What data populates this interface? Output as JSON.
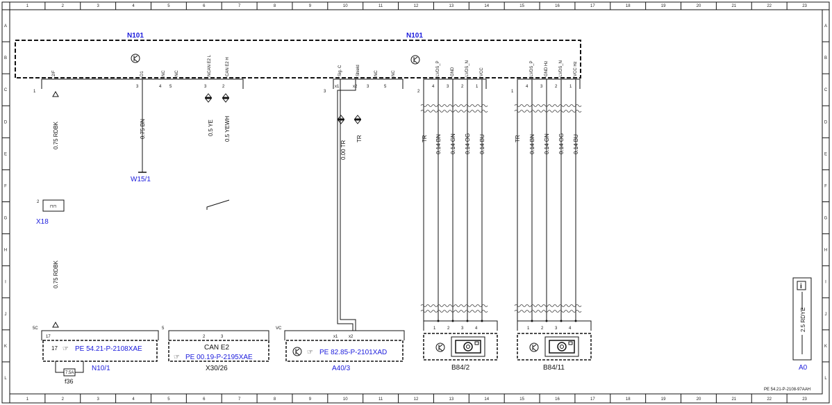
{
  "frame": {
    "columns": [
      "1",
      "2",
      "3",
      "4",
      "5",
      "6",
      "7",
      "8",
      "9",
      "10",
      "11",
      "12",
      "13",
      "14",
      "15",
      "16",
      "17",
      "18",
      "19",
      "20",
      "21",
      "22",
      "23"
    ],
    "rows": [
      "A",
      "B",
      "C",
      "D",
      "E",
      "F",
      "G",
      "H",
      "I",
      "J",
      "K",
      "L"
    ],
    "sheet_ref": "PE 54.21-P-2108-97AAH"
  },
  "modules": {
    "n101_left": "N101",
    "n101_right": "N101"
  },
  "left_connector": {
    "pin_number": "1",
    "pins": [
      "2/F",
      "D1",
      "NC",
      "NC",
      "NCAN E2 L",
      "CAN E2 H"
    ],
    "numbers": [
      "3",
      "4",
      "5",
      "3",
      "2"
    ]
  },
  "mid_connector": {
    "pin_number": "3",
    "pins": [
      "Sig. C",
      "Shield",
      "NC",
      "NC"
    ],
    "numbers": [
      "x1",
      "x2",
      "3",
      "5"
    ]
  },
  "right_conn1": {
    "pin_number": "2",
    "pins": [
      "LVDS_P",
      "GND",
      "LVDS_N",
      "VCC"
    ],
    "numbers": [
      "4",
      "3",
      "2",
      "1"
    ]
  },
  "right_conn2": {
    "pin_number": "1",
    "pins": [
      "LVDS_P",
      "GND Hz",
      "LVDS_N",
      "VCC Hz"
    ],
    "numbers": [
      "4",
      "3",
      "2",
      "1"
    ]
  },
  "wires": {
    "rdbk_top": "0.75 RDBK",
    "bn": "0.75 BN",
    "ye": "0.5 YE",
    "yewh": "0.5 YEWH",
    "tr_coax": "0.00 TR",
    "tr": "TR",
    "tr1": "TR",
    "bn1": "0.14 BN",
    "gn1": "0.14 GN",
    "og1": "0.14 OG",
    "bu1": "0.14 BU",
    "tr2": "TR",
    "bn2": "0.14 BN",
    "gn2": "0.14 GN",
    "og2": "0.14 OG",
    "bu2": "0.14 BU",
    "rdbk_bottom": "0.75 RDBK",
    "rdye": "2.5 RDYE"
  },
  "components": {
    "w15": "W15/1",
    "x18": "X18",
    "x18_pin": "2",
    "n10": "N10/1",
    "n10_pin": "5C",
    "n10_ref": "PE 54.21-P-2108XAE",
    "n10_sub": "17",
    "f36": "f36",
    "f36_label": "7.5A",
    "x30": "X30/26",
    "x30_pin": "5",
    "x30_title": "CAN E2",
    "x30_ref": "PE 00.19-P-2195XAE",
    "x30_pins": [
      "2",
      "3"
    ],
    "a40": "A40/3",
    "a40_pin": "VC",
    "a40_ref": "PE 82.85-P-2101XAD",
    "a40_pins": [
      "x1",
      "x2"
    ],
    "b84_2": "B84/2",
    "b84_11": "B84/11",
    "b84_pins": [
      "1",
      "2",
      "3",
      "4"
    ],
    "a0": "A0",
    "info": "i"
  },
  "colors": {
    "line": "#111111",
    "reference_blue": "#1a1adc"
  },
  "icons": [
    "transistor-icon",
    "camera-icon",
    "fuse-icon",
    "diode-icon",
    "ground-triangle-icon",
    "reference-hand-icon",
    "info-icon"
  ]
}
